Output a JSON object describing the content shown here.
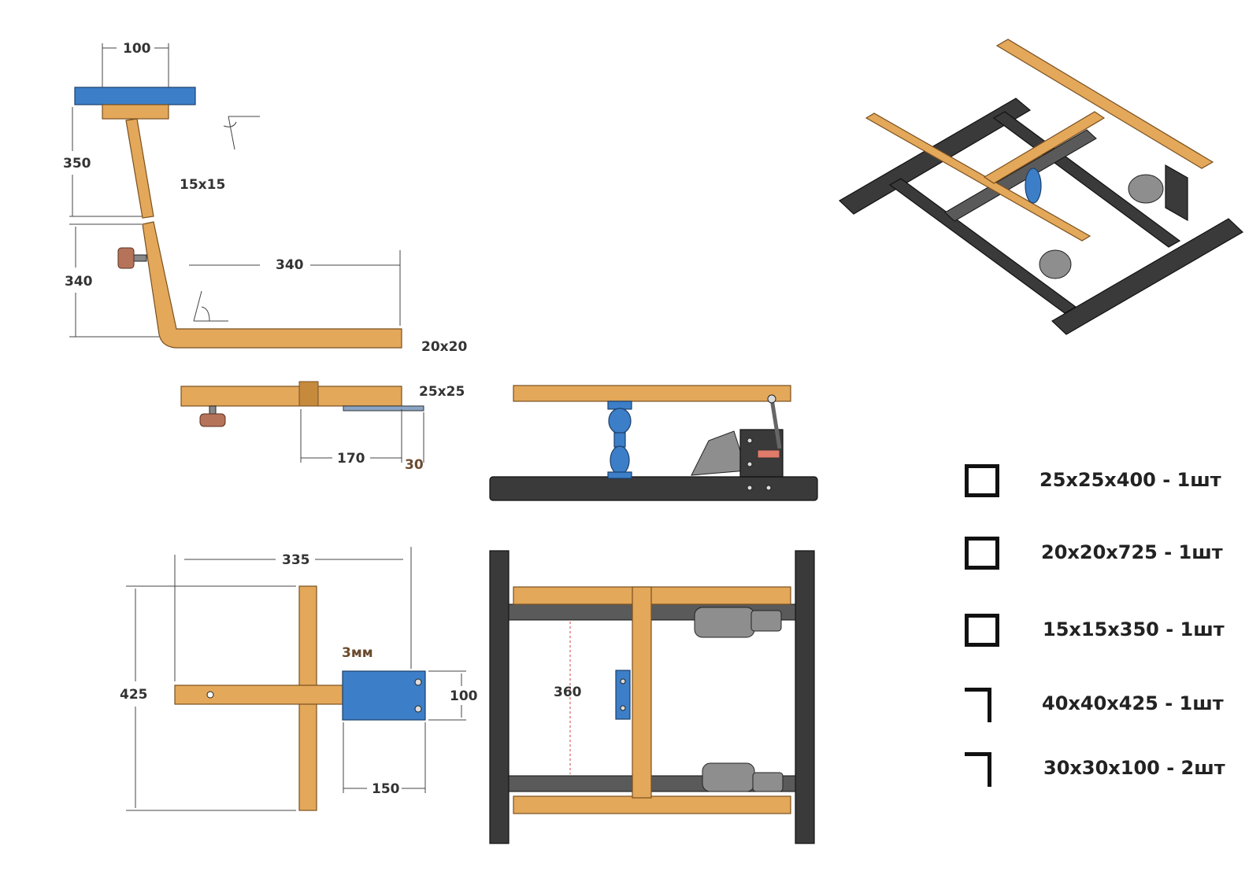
{
  "side_view": {
    "dim_top_width": "100",
    "dim_upper_height": "350",
    "dim_lower_height": "340",
    "dim_horizontal": "340",
    "profile_upper": "15x15",
    "profile_lower": "20x20"
  },
  "bottom_view_bar": {
    "profile": "25x25",
    "dim_170": "170",
    "dim_30": "30"
  },
  "plan_view": {
    "dim_335": "335",
    "dim_425": "425",
    "dim_100": "100",
    "dim_150": "150",
    "plate_thickness": "3мм"
  },
  "frame_top_view": {
    "dim_360": "360"
  },
  "materials": [
    {
      "icon": "square-tube-icon",
      "label": "25x25x400 - 1шт"
    },
    {
      "icon": "square-tube-icon",
      "label": "20x20x725 - 1шт"
    },
    {
      "icon": "square-tube-icon",
      "label": "15x15x350 - 1шт"
    },
    {
      "icon": "angle-profile-icon",
      "label": "40x40x425 - 1шт"
    },
    {
      "icon": "angle-profile-icon",
      "label": "30x30x100 - 2шт"
    }
  ],
  "colors": {
    "wood": "#e3a85a",
    "steel": "#3a3a3a",
    "blue_part": "#3c7fc8"
  }
}
